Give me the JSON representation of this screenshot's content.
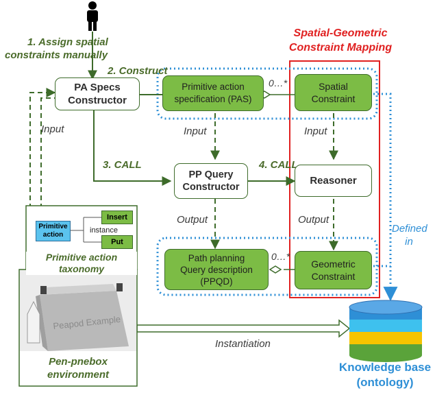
{
  "steps": {
    "s1_line1": "1. Assign spatial",
    "s1_line2": "constraints manually",
    "s2": "2. Construct",
    "s3": "3. CALL",
    "s4": "4. CALL"
  },
  "mapping_title_line1": "Spatial-Geometric",
  "mapping_title_line2": "Constraint Mapping",
  "boxes": {
    "pa_specs_l1": "PA Specs",
    "pa_specs_l2": "Constructor",
    "pas_l1": "Primitive action",
    "pas_l2": "specification (PAS)",
    "spatial_l1": "Spatial",
    "spatial_l2": "Constraint",
    "ppq_l1": "PP Query",
    "ppq_l2": "Constructor",
    "reasoner": "Reasoner",
    "ppqd_l1": "Path planning",
    "ppqd_l2": "Query description",
    "ppqd_l3": "(PPQD)",
    "geometric_l1": "Geometric",
    "geometric_l2": "Constraint"
  },
  "labels": {
    "input_left": "Input",
    "input_mid": "Input",
    "input_right": "Input",
    "output_mid": "Output",
    "output_right": "Output",
    "mult_top": "0…*",
    "mult_bottom": "0…*",
    "defined_l1": "Defined",
    "defined_l2": "in",
    "instantiation": "Instantiation"
  },
  "taxonomy": {
    "root": "Primitive action",
    "instance": "instance",
    "insert": "Insert",
    "put": "Put",
    "caption_l1": "Primitive action",
    "caption_l2": "taxonomy"
  },
  "environment": {
    "caption_l1": "Pen-pnebox",
    "caption_l2": "environment"
  },
  "kb": {
    "line1": "Knowledge base",
    "line2": "(ontology)"
  },
  "colors": {
    "green_fill": "#7cbc45",
    "dark_green": "#3d6b2a",
    "red": "#e02020",
    "blue": "#2e8fd6",
    "taxonomy_blue": "#5bc3ee"
  }
}
